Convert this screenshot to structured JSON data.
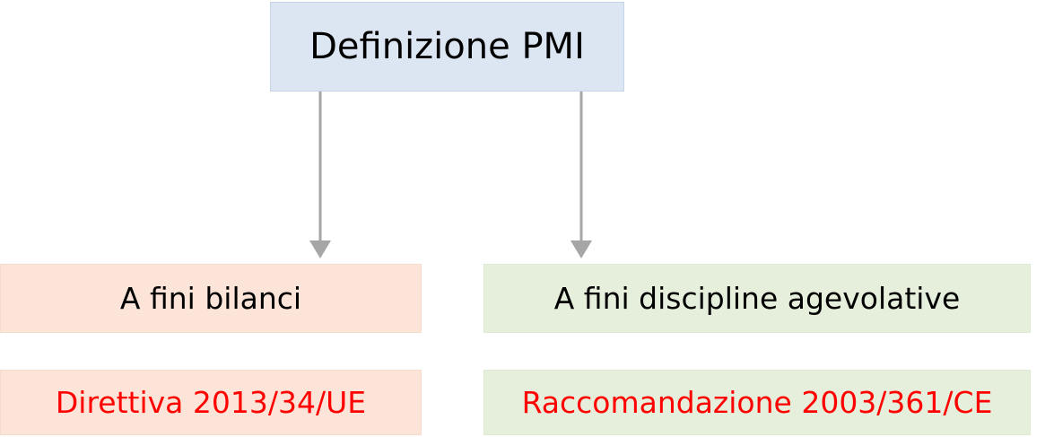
{
  "diagram": {
    "title_node": {
      "label": "Definizione PMI",
      "fill": "#dce6f2",
      "text_color": "#000000"
    },
    "branches": [
      {
        "id": "left",
        "heading": "A fini bilanci",
        "reference": "Direttiva 2013/34/UE",
        "fill": "#fce5d8",
        "heading_color": "#000000",
        "reference_color": "#ff0000"
      },
      {
        "id": "right",
        "heading": "A fini discipline agevolative",
        "reference": "Raccomandazione 2003/361/CE",
        "fill": "#e6efdc",
        "heading_color": "#000000",
        "reference_color": "#ff0000"
      }
    ],
    "connectors": [
      {
        "name": "arrow-to-left-branch",
        "color": "#a6a6a6"
      },
      {
        "name": "arrow-to-right-branch",
        "color": "#a6a6a6"
      }
    ]
  }
}
